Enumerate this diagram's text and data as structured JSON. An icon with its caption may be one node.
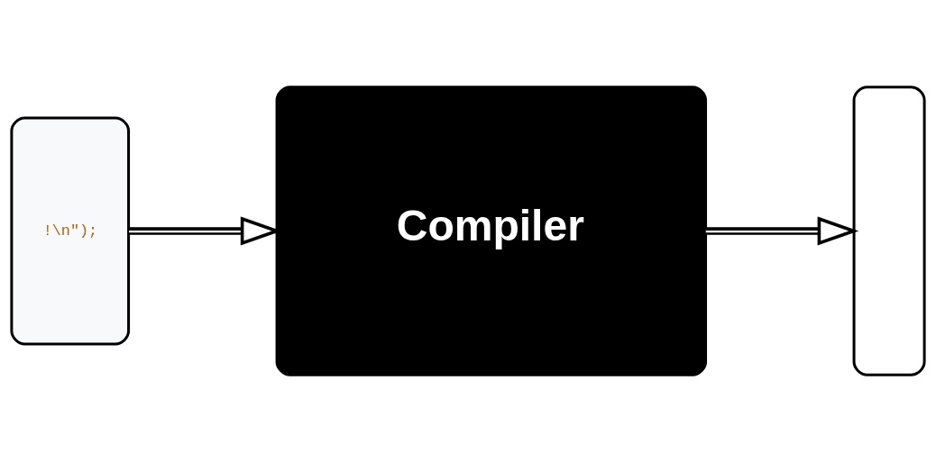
{
  "diagram": {
    "nodes": [
      {
        "text": [
          "!\\n\");"
        ]
      },
      {
        "text": [
          "Compiler"
        ]
      },
      {
        "text": [],
        "shape": "box"
      }
    ],
    "edges": [
      {
        "from": 0,
        "to": 1,
        "arrow": "to"
      },
      {
        "from": 1,
        "to": 2,
        "arrow": "to"
      }
    ]
  }
}
